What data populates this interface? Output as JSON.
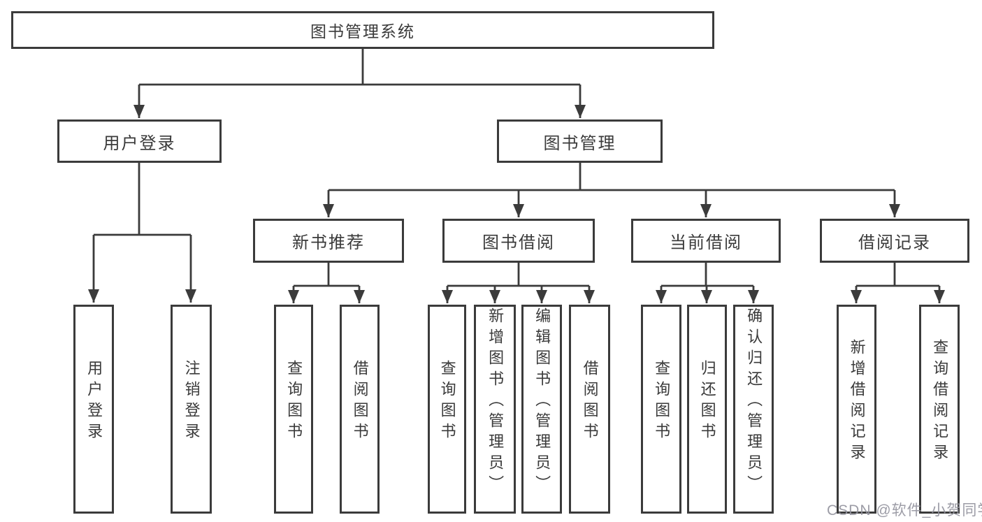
{
  "diagram": {
    "title": "图书管理系统",
    "watermark": "CSDN @软件_小贺同学",
    "colors": {
      "line": "#3b3b3b",
      "box_border": "#3b3b3b",
      "box_background": "#ffffff",
      "text": "#3a3a3a",
      "watermark": "#94949e",
      "page_background": "#ffffff"
    },
    "nodes": {
      "root": {
        "label": "图书管理系统"
      },
      "level2": [
        {
          "label": "用户登录",
          "parent": "图书管理系统"
        },
        {
          "label": "图书管理",
          "parent": "图书管理系统"
        }
      ],
      "level3": [
        {
          "label": "新书推荐",
          "parent": "图书管理"
        },
        {
          "label": "图书借阅",
          "parent": "图书管理"
        },
        {
          "label": "当前借阅",
          "parent": "图书管理"
        },
        {
          "label": "借阅记录",
          "parent": "图书管理"
        }
      ],
      "leaves": [
        {
          "label": "用户登录",
          "parent": "用户登录"
        },
        {
          "label": "注销登录",
          "parent": "用户登录"
        },
        {
          "label": "查询图书",
          "parent": "新书推荐"
        },
        {
          "label": "借阅图书",
          "parent": "新书推荐"
        },
        {
          "label": "查询图书",
          "parent": "图书借阅"
        },
        {
          "label": "新增图书（管理员）",
          "parent": "图书借阅"
        },
        {
          "label": "编辑图书（管理员）",
          "parent": "图书借阅"
        },
        {
          "label": "借阅图书",
          "parent": "图书借阅"
        },
        {
          "label": "查询图书",
          "parent": "当前借阅"
        },
        {
          "label": "归还图书",
          "parent": "当前借阅"
        },
        {
          "label": "确认归还（管理员）",
          "parent": "当前借阅"
        },
        {
          "label": "新增借阅记录",
          "parent": "借阅记录"
        },
        {
          "label": "查询借阅记录",
          "parent": "借阅记录"
        }
      ]
    }
  }
}
